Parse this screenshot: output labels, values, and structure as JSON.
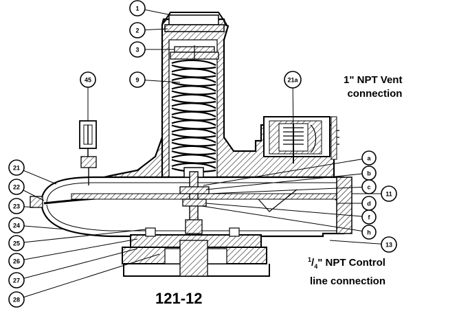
{
  "callouts": [
    {
      "id": "1",
      "text": "1"
    },
    {
      "id": "2",
      "text": "2"
    },
    {
      "id": "3",
      "text": "3"
    },
    {
      "id": "9",
      "text": "9"
    },
    {
      "id": "45",
      "text": "45"
    },
    {
      "id": "21a",
      "text": "21a"
    },
    {
      "id": "a",
      "text": "a"
    },
    {
      "id": "b",
      "text": "b"
    },
    {
      "id": "c",
      "text": "c"
    },
    {
      "id": "d",
      "text": "d"
    },
    {
      "id": "11",
      "text": "11"
    },
    {
      "id": "f",
      "text": "f"
    },
    {
      "id": "h",
      "text": "h"
    },
    {
      "id": "13",
      "text": "13"
    },
    {
      "id": "21",
      "text": "21"
    },
    {
      "id": "22",
      "text": "22"
    },
    {
      "id": "23",
      "text": "23"
    },
    {
      "id": "24",
      "text": "24"
    },
    {
      "id": "25",
      "text": "25"
    },
    {
      "id": "26",
      "text": "26"
    },
    {
      "id": "27",
      "text": "27"
    },
    {
      "id": "28",
      "text": "28"
    }
  ],
  "labels": {
    "vent_line1": "1\" NPT Vent",
    "vent_line2": "connection",
    "control_fraction_num": "1",
    "control_fraction_den": "4",
    "control_line1_rest": "\" NPT Control",
    "control_line2": "line connection",
    "model_number": "121-12"
  }
}
